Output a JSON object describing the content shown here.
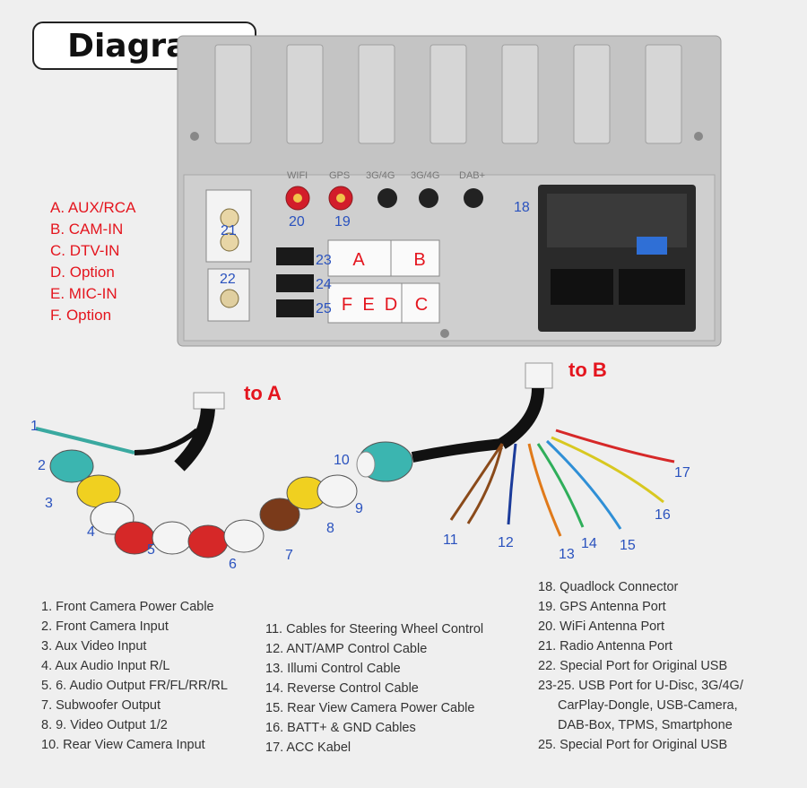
{
  "title": "Diagram",
  "legend_ports": [
    "A. AUX/RCA",
    "B. CAM-IN",
    "C. DTV-IN",
    "D. Option",
    "E. MIC-IN",
    "F. Option"
  ],
  "panel": {
    "antenna_labels": [
      "WIFI",
      "GPS",
      "3G/4G",
      "3G/4G",
      "DAB+"
    ],
    "port_letters": [
      "A",
      "B",
      "F",
      "E",
      "D",
      "C"
    ],
    "colors": {
      "panel": "#c9c9c9",
      "connector": "#ffffff",
      "red_text": "#e4151e",
      "number_blue": "#2a52be"
    }
  },
  "callouts": [
    "1",
    "2",
    "3",
    "4",
    "5",
    "6",
    "7",
    "8",
    "9",
    "10",
    "11",
    "12",
    "13",
    "14",
    "15",
    "16",
    "17",
    "18",
    "19",
    "20",
    "21",
    "22",
    "23",
    "24",
    "25"
  ],
  "harness_labels": {
    "to_a": "to A",
    "to_b": "to B"
  },
  "list_col1": [
    "1. Front Camera Power Cable",
    "2. Front Camera Input",
    "3. Aux Video Input",
    "4. Aux Audio Input R/L",
    "5. 6. Audio Output FR/FL/RR/RL",
    "7. Subwoofer Output",
    "8. 9. Video Output 1/2",
    "10. Rear View Camera Input"
  ],
  "list_col2": [
    "11. Cables for Steering Wheel Control",
    "12. ANT/AMP Control Cable",
    "13. Illumi Control Cable",
    "14. Reverse Control Cable",
    "15. Rear View Camera Power Cable",
    "16. BATT+ & GND Cables",
    "17. ACC Kabel"
  ],
  "list_col3": [
    "18. Quadlock Connector",
    "19. GPS Antenna Port",
    "20. WiFi Antenna Port",
    "21. Radio Antenna Port",
    "22.  Special Port for Original USB",
    "23-25. USB Port for U-Disc, 3G/4G/",
    "CarPlay-Dongle, USB-Camera,",
    "DAB-Box, TPMS, Smartphone",
    "25. Special Port for Original USB"
  ]
}
